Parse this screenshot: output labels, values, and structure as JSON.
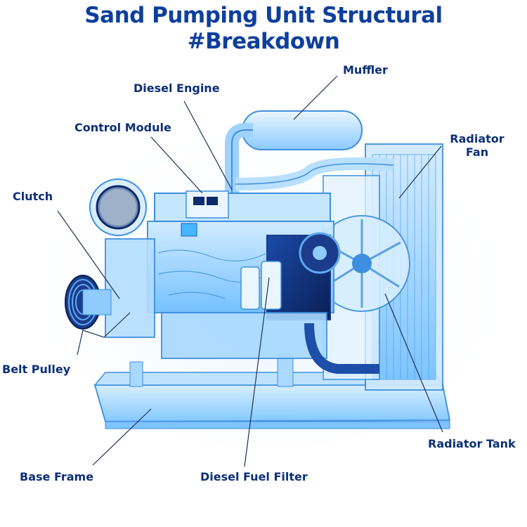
{
  "title": {
    "line1": "Sand Pumping Unit Structural",
    "line2": "#Breakdown"
  },
  "labels": {
    "muffler": "Muffler",
    "diesel_engine": "Diesel Engine",
    "control_module": "Control Module",
    "radiator_fan_line1": "Radiator",
    "radiator_fan_line2": "Fan",
    "clutch": "Clutch",
    "belt_pulley": "Belt Pulley",
    "radiator_tank": "Radiator Tank",
    "base_frame": "Base Frame",
    "diesel_fuel_filter": "Diesel Fuel Filter"
  },
  "colors": {
    "title": "#0e3f9c",
    "label": "#0c2f78",
    "engine_glow": "#5fb4ff",
    "engine_body": "#9fd4ff",
    "engine_dark": "#0d2a6b",
    "leader_line": "#1f2f55"
  }
}
